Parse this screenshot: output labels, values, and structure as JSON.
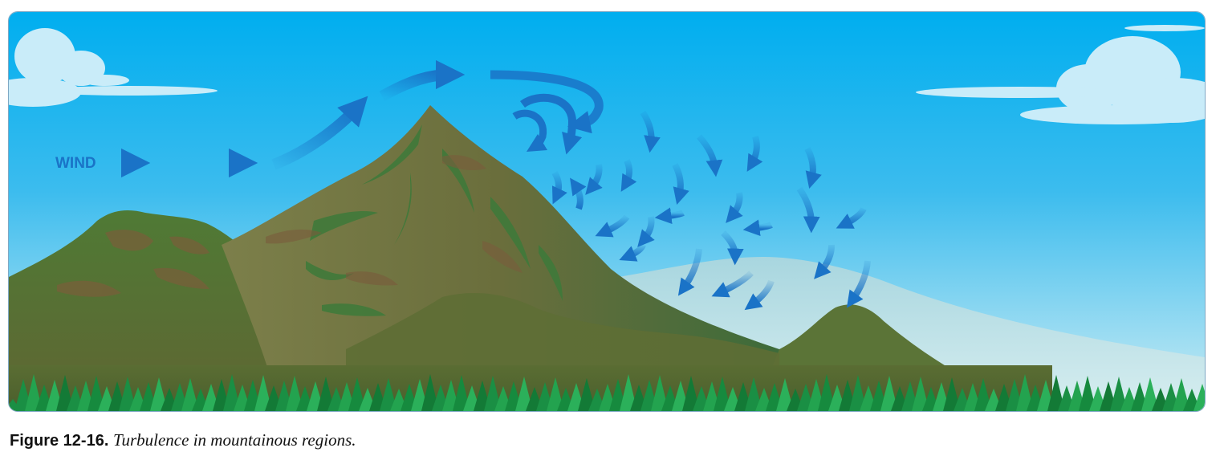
{
  "diagram": {
    "wind_label": "WIND",
    "colors": {
      "sky_top": "#00aeef",
      "sky_bottom": "#c8ecf5",
      "arrow": "#1a73c7",
      "mountain": "#5d7a3a",
      "forest": "#1f9a4a"
    }
  },
  "caption": {
    "label": "Figure 12-16.",
    "text": "Turbulence in mountainous regions."
  }
}
